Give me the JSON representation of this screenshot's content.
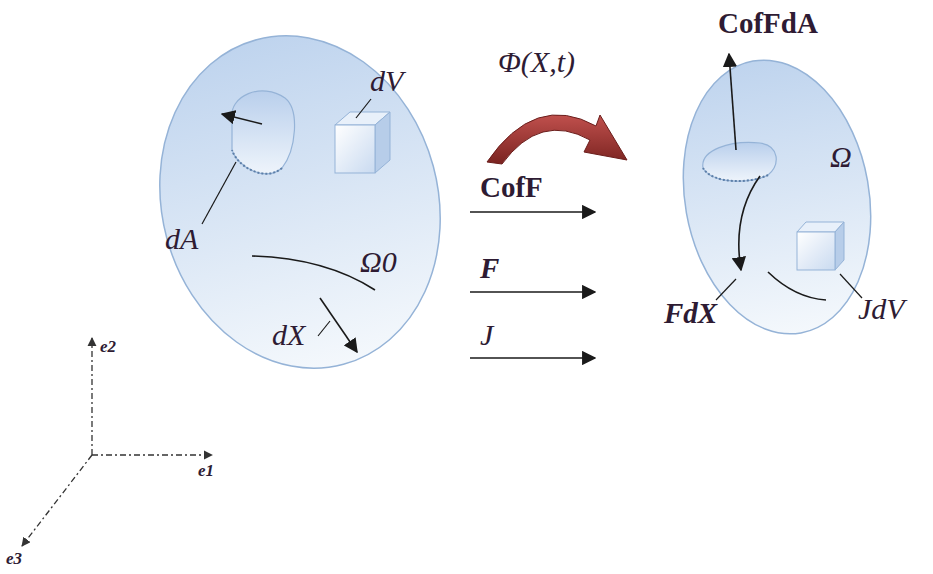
{
  "diagram": {
    "nodes": [
      {
        "text": [
          "Ω0"
        ]
      },
      {
        "text": [
          "Ω"
        ]
      }
    ],
    "labels": [
      "CofFdA",
      "Φ(X,t)",
      "dV",
      "dA",
      "CofF",
      "F",
      "J",
      "JdV",
      "FdX",
      "dX",
      "e2",
      "e1",
      "e3"
    ]
  }
}
